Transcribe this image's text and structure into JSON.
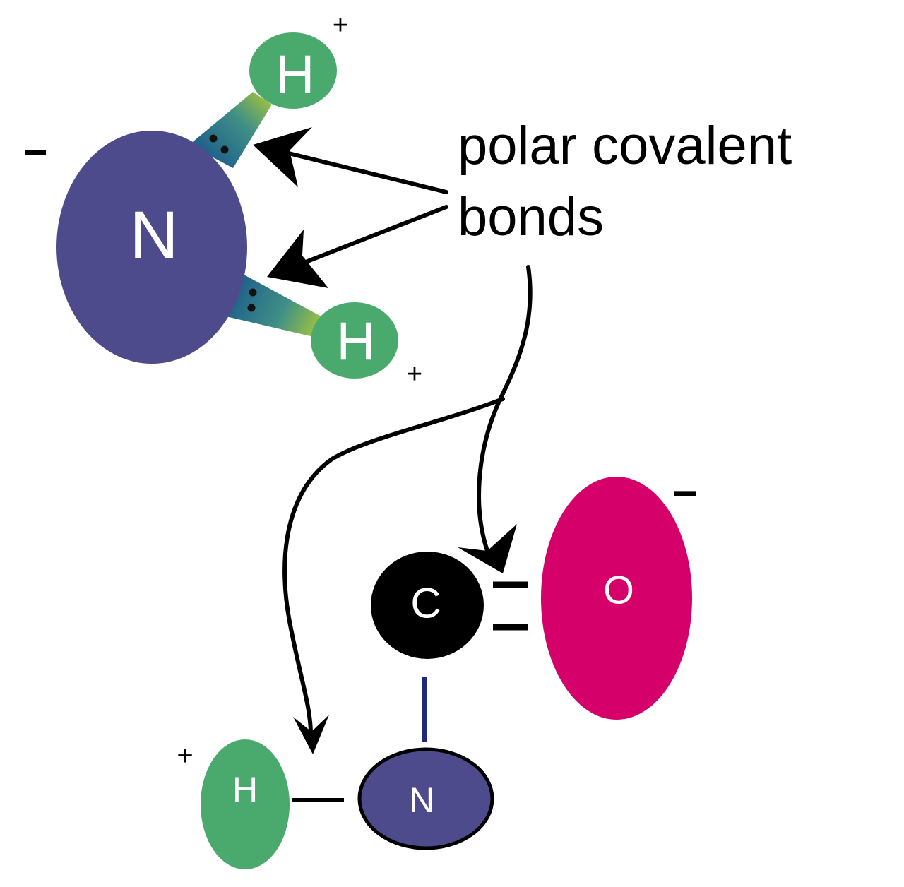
{
  "caption": {
    "line1": "polar covalent",
    "line2": "bonds"
  },
  "molecule_top": {
    "center_atom": {
      "label": "N",
      "charge": "−",
      "color": "#4e4b8c"
    },
    "hydrogen_top": {
      "label": "H",
      "charge": "+",
      "color": "#4aa96c"
    },
    "hydrogen_bottom": {
      "label": "H",
      "charge": "+",
      "color": "#4aa96c"
    },
    "bond_gradient": {
      "from": "#1e5f8a",
      "to": "#a9c73a"
    }
  },
  "molecule_bottom": {
    "carbon": {
      "label": "C",
      "color": "#000000"
    },
    "oxygen": {
      "label": "O",
      "charge": "−",
      "color": "#d6006b"
    },
    "nitrogen": {
      "label": "N",
      "color": "#4e4b8c"
    },
    "hydrogen": {
      "label": "H",
      "charge": "+",
      "color": "#4aa96c"
    },
    "cn_bond_color": "#1f2a7a"
  }
}
